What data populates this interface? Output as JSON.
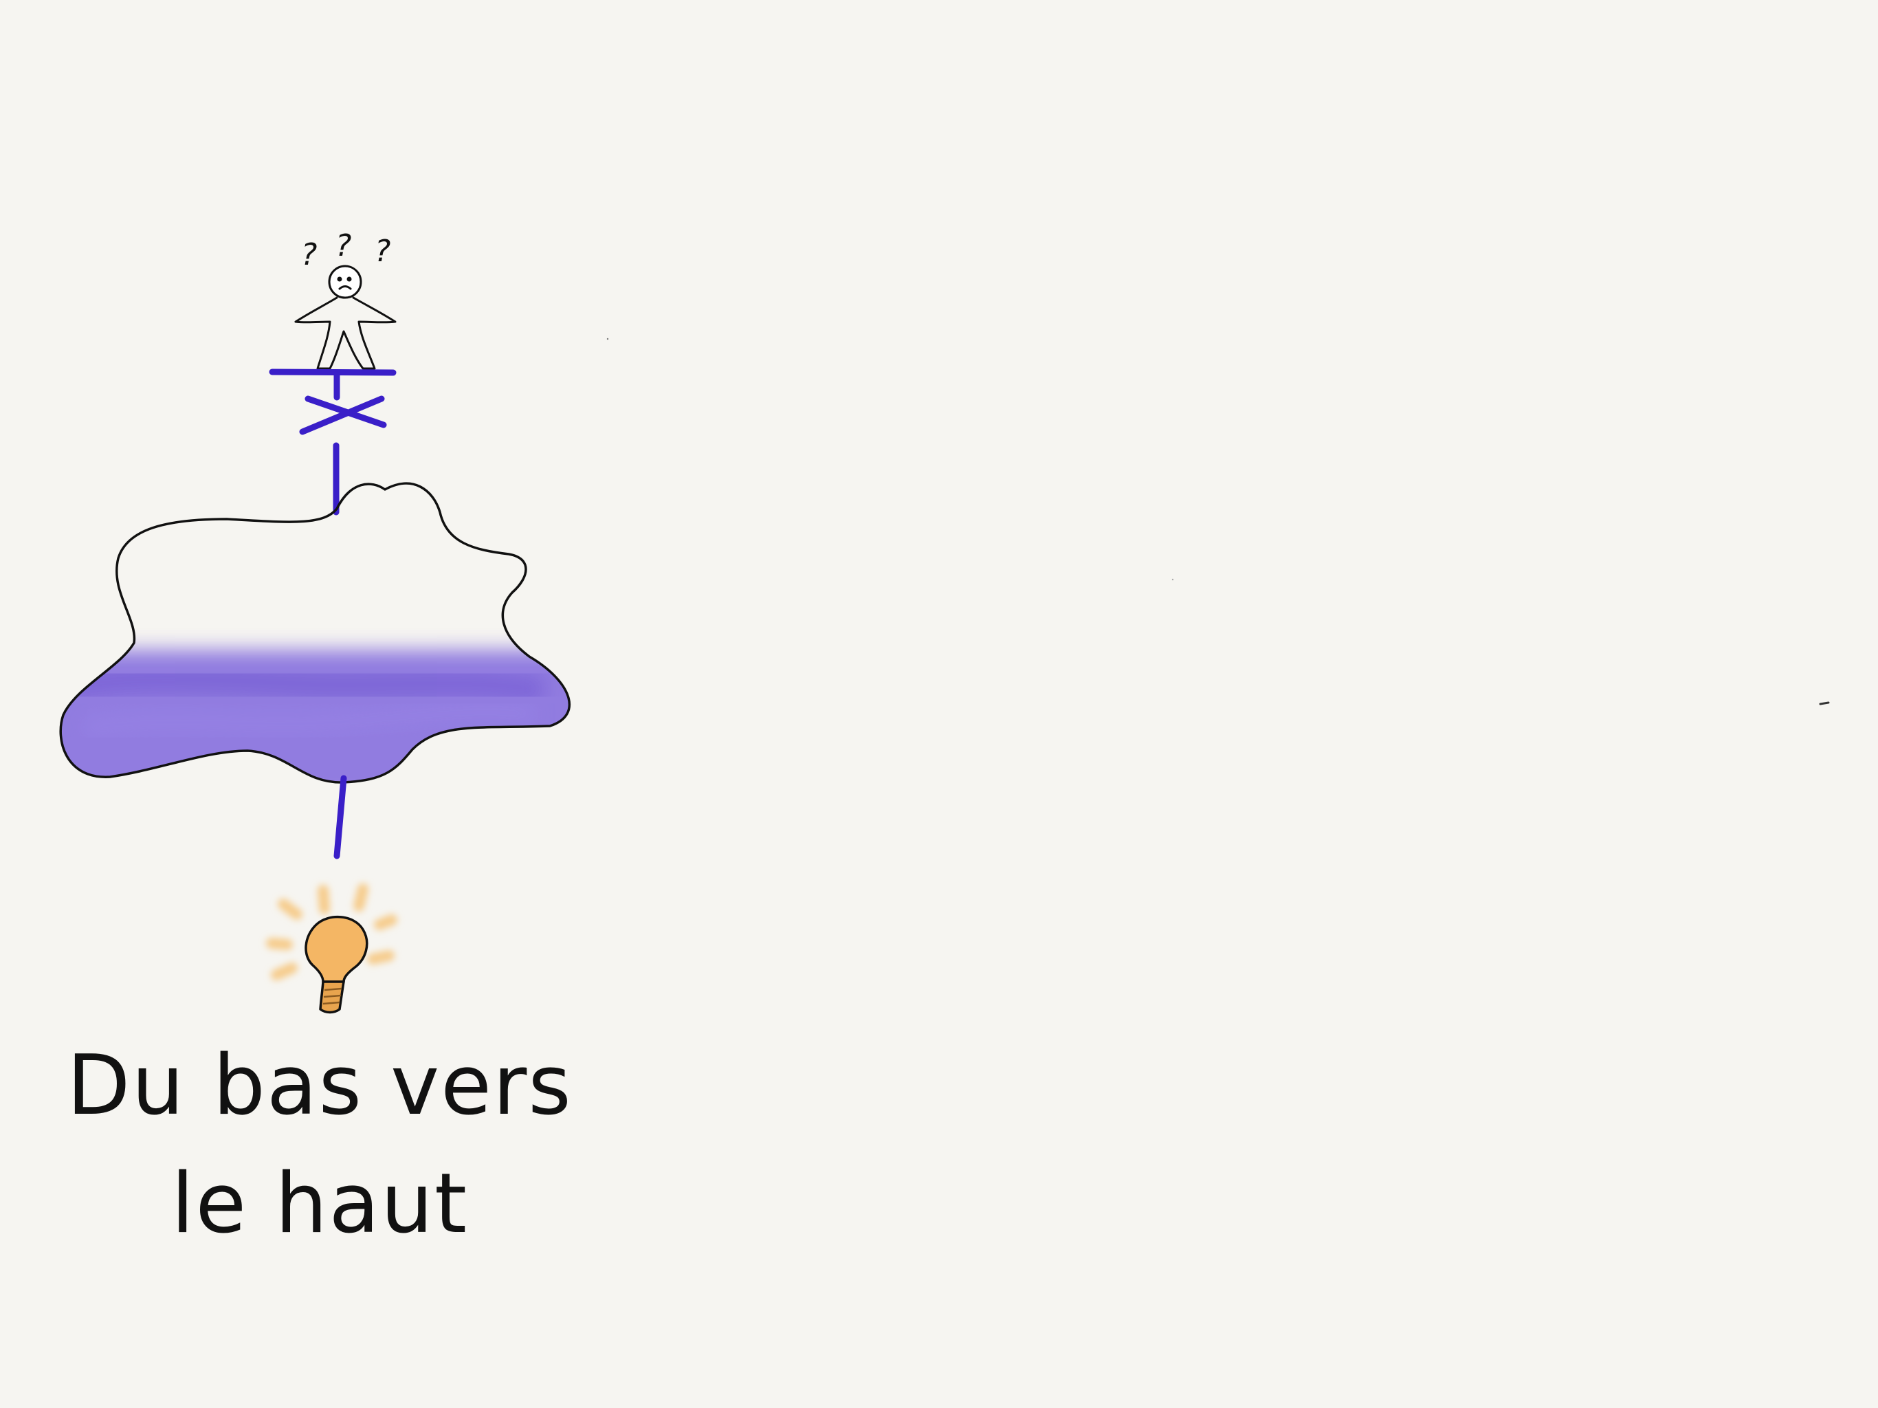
{
  "caption": {
    "line1": "Du bas vers",
    "line2": "le haut"
  },
  "figure": {
    "question_marks": [
      "?",
      "?",
      "?"
    ]
  },
  "colors": {
    "background": "#f6f5f1",
    "ink": "#111111",
    "blue_stroke": "#3a1fc8",
    "blue_fill": "#7a62dc",
    "bulb_fill": "#f4b664",
    "bulb_rays": "#f6cc8c"
  },
  "icons": [
    "confused-person-icon",
    "cloud-shape",
    "lightbulb-icon"
  ]
}
